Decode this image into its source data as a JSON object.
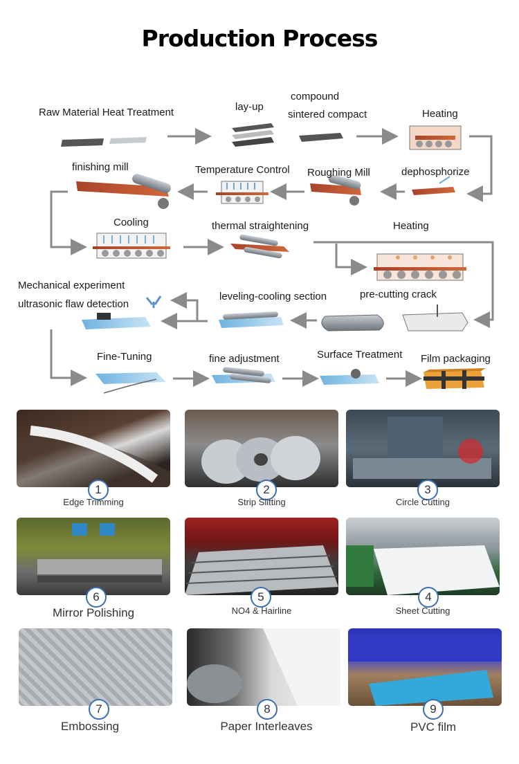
{
  "title": "Production Process",
  "flow_steps": {
    "raw": "Raw Material Heat Treatment",
    "layup": "lay-up",
    "compound_line1": "compound",
    "compound_line2": "sintered compact",
    "heating1": "Heating",
    "finishing_mill": "finishing mill",
    "temp_control": "Temperature Control",
    "roughing_mill": "Roughing Mill",
    "dephosphorize": "dephosphorize",
    "cooling": "Cooling",
    "thermal_straightening": "thermal straightening",
    "heating2": "Heating",
    "mech_line1": "Mechanical experiment",
    "mech_line2": "ultrasonic flaw detection",
    "leveling": "leveling-cooling section",
    "precut": "pre-cutting crack",
    "fine_tuning": "Fine-Tuning",
    "fine_adjustment": "fine adjustment",
    "surface_treatment": "Surface Treatment",
    "film_packaging": "Film packaging"
  },
  "finishing": [
    {
      "num": "1",
      "label": "Edge Trimming"
    },
    {
      "num": "2",
      "label": "Strip Slitting"
    },
    {
      "num": "3",
      "label": "Circle Cutting"
    },
    {
      "num": "6",
      "label": "Mirror Polishing"
    },
    {
      "num": "5",
      "label": "NO4 & Hairline"
    },
    {
      "num": "4",
      "label": "Sheet Cutting"
    },
    {
      "num": "7",
      "label": "Embossing"
    },
    {
      "num": "8",
      "label": "Paper Interleaves"
    },
    {
      "num": "9",
      "label": "PVC film"
    }
  ],
  "colors": {
    "arrow": "#8a8a8a",
    "rust": "#c0502a",
    "steel": "#9aa1a8",
    "badge_border": "#3a6fb0"
  }
}
